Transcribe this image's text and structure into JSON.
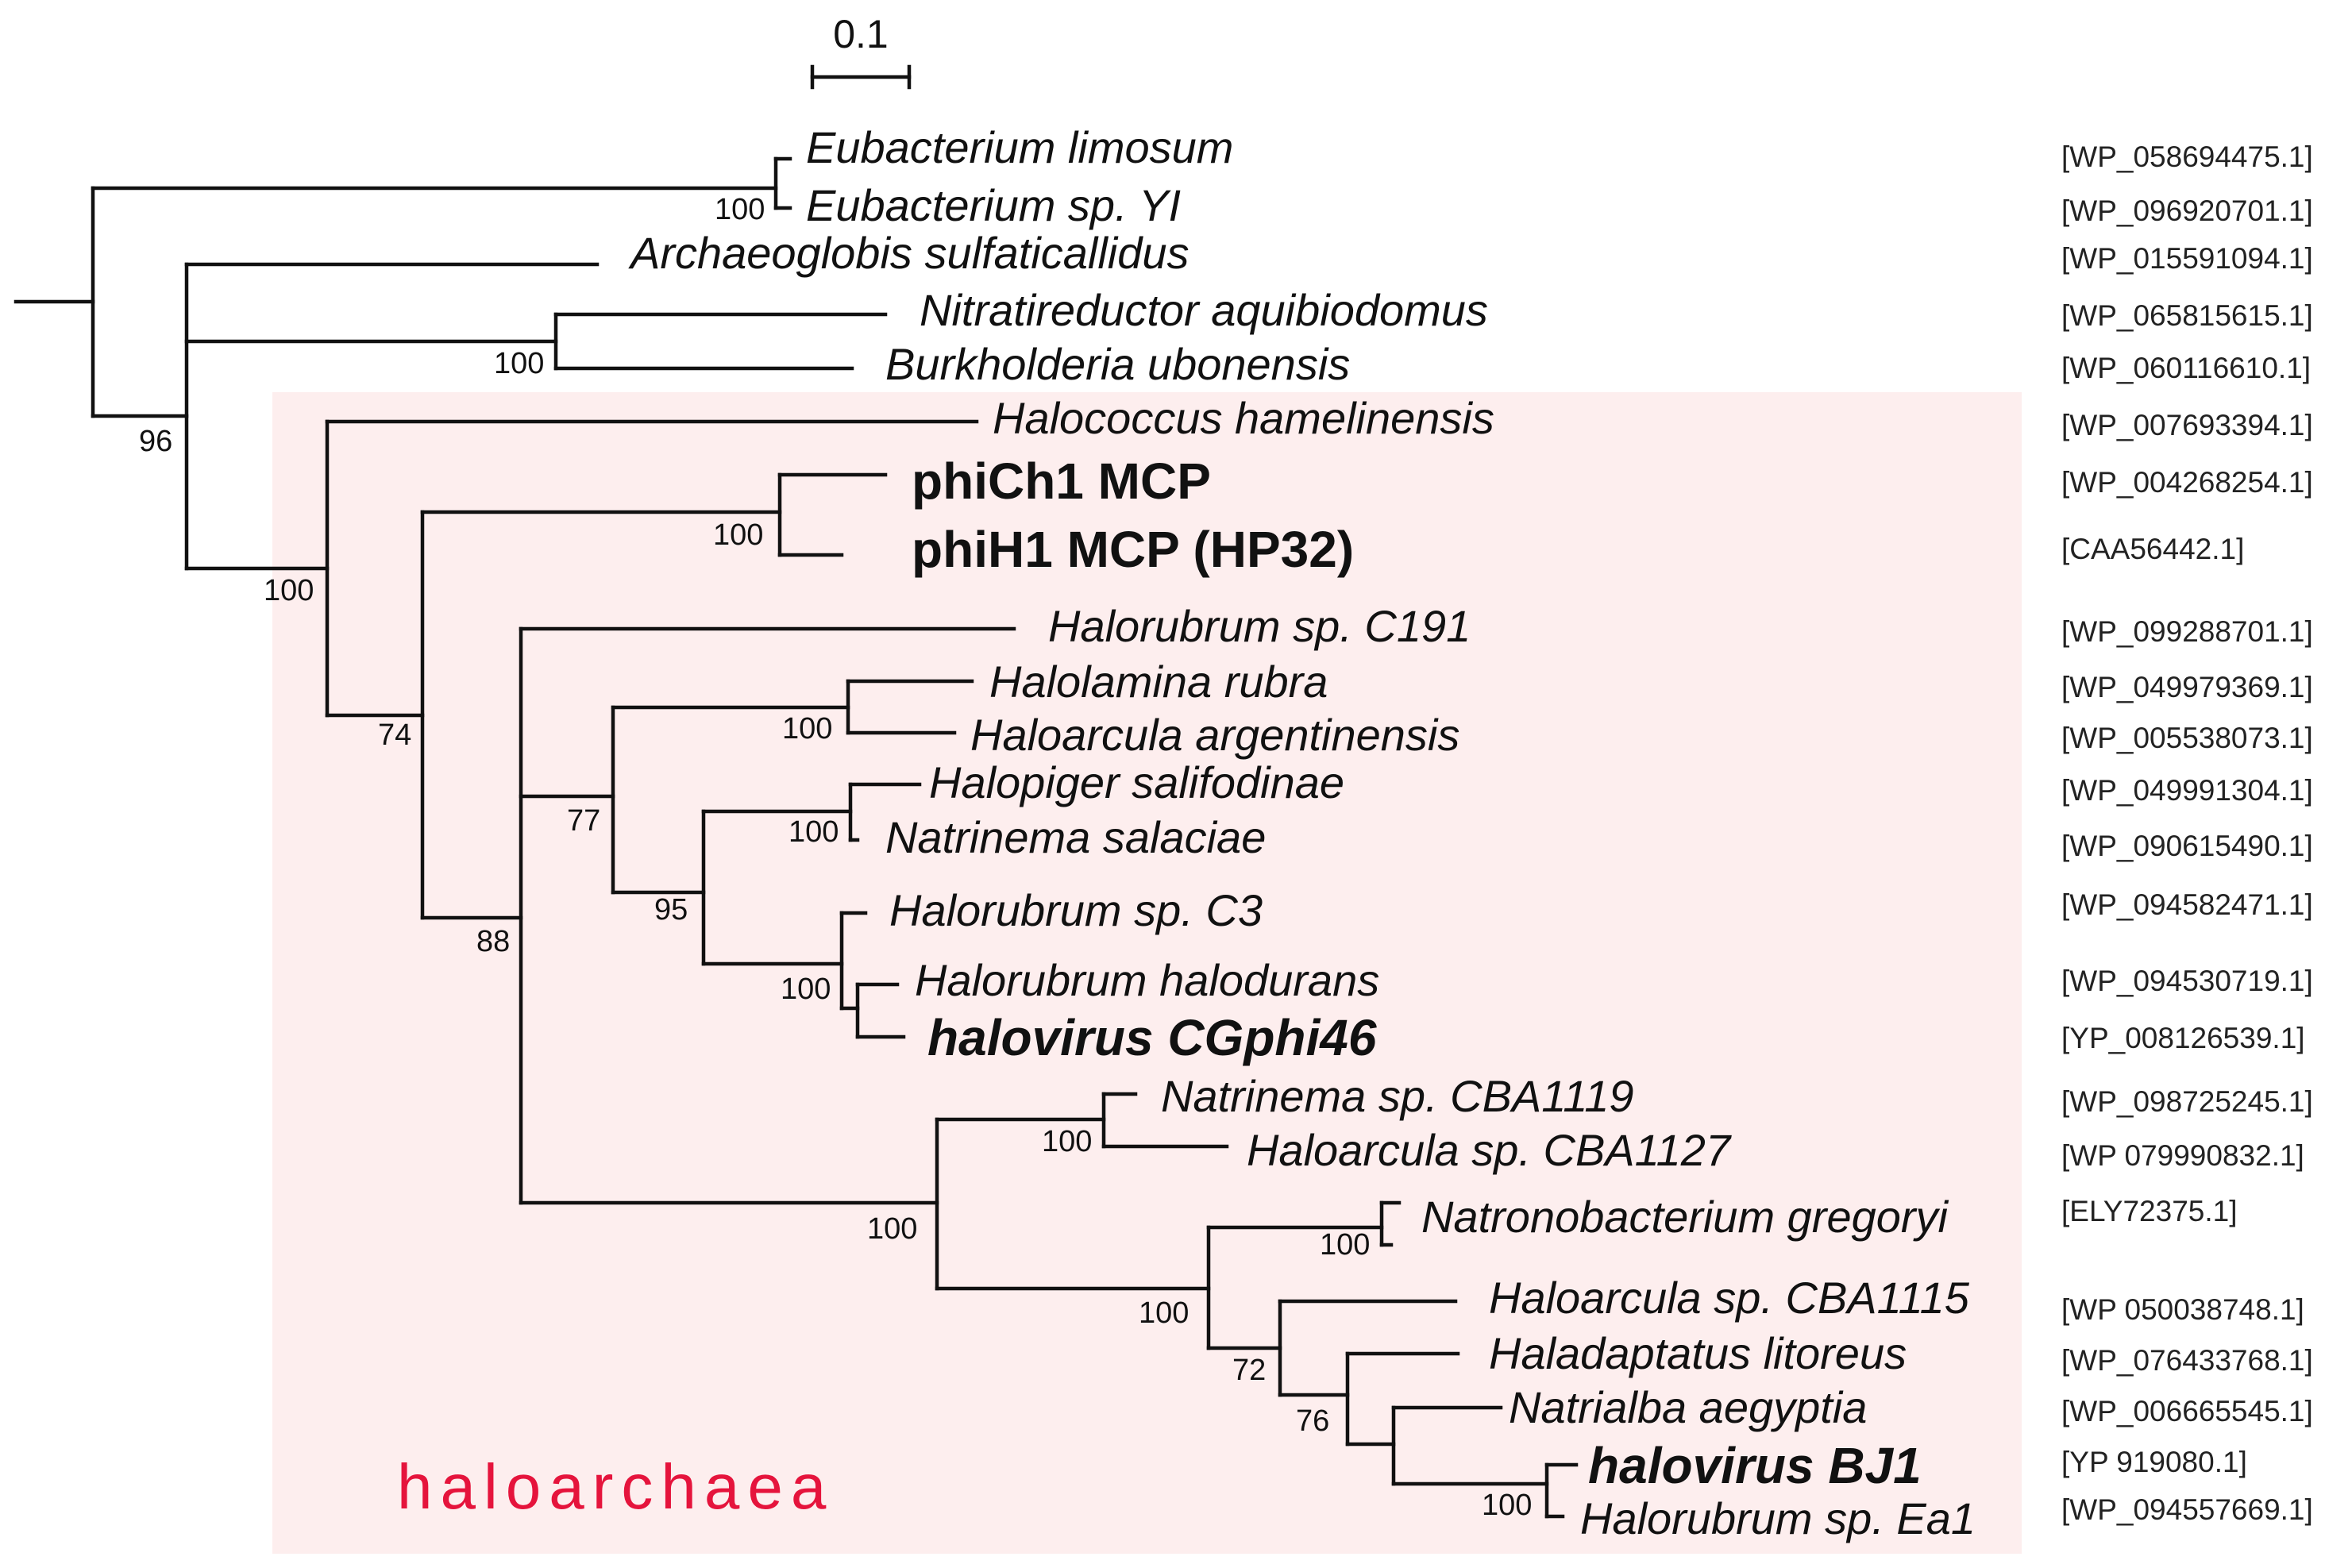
{
  "colors": {
    "clade_background": "#fdeeee",
    "clade_label": "#e5143c",
    "branch": "#111111"
  },
  "scale_bar": {
    "label": "0.1"
  },
  "clade": {
    "label": "haloarchaea"
  },
  "taxa": [
    {
      "id": "t1",
      "name": "Eubacterium limosum",
      "accession": "[WP_058694475.1]",
      "style": "italic"
    },
    {
      "id": "t2",
      "name": "Eubacterium sp. YI",
      "accession": "[WP_096920701.1]",
      "style": "italic"
    },
    {
      "id": "t3",
      "name": "Archaeoglobis sulfaticallidus",
      "accession": "[WP_015591094.1]",
      "style": "italic"
    },
    {
      "id": "t4",
      "name": "Nitratireductor aquibiodomus",
      "accession": "[WP_065815615.1]",
      "style": "italic"
    },
    {
      "id": "t5",
      "name": "Burkholderia ubonensis",
      "accession": "[WP_060116610.1]",
      "style": "italic"
    },
    {
      "id": "t6",
      "name": "Halococcus hamelinensis",
      "accession": "[WP_007693394.1]",
      "style": "italic"
    },
    {
      "id": "t7",
      "name": "phiCh1 MCP",
      "accession": "[WP_004268254.1]",
      "style": "bold"
    },
    {
      "id": "t8",
      "name": "phiH1 MCP (HP32)",
      "accession": "[CAA56442.1]",
      "style": "bold"
    },
    {
      "id": "t9",
      "name": "Halorubrum sp. C191",
      "accession": "[WP_099288701.1]",
      "style": "italic"
    },
    {
      "id": "t10",
      "name": "Halolamina rubra",
      "accession": "[WP_049979369.1]",
      "style": "italic"
    },
    {
      "id": "t11",
      "name": "Haloarcula argentinensis",
      "accession": "[WP_005538073.1]",
      "style": "italic"
    },
    {
      "id": "t12",
      "name": "Halopiger salifodinae",
      "accession": "[WP_049991304.1]",
      "style": "italic"
    },
    {
      "id": "t13",
      "name": "Natrinema salaciae",
      "accession": "[WP_090615490.1]",
      "style": "italic"
    },
    {
      "id": "t14",
      "name": "Halorubrum sp. C3",
      "accession": "[WP_094582471.1]",
      "style": "italic"
    },
    {
      "id": "t15",
      "name": "Halorubrum halodurans",
      "accession": "[WP_094530719.1]",
      "style": "italic"
    },
    {
      "id": "t16",
      "name": "halovirus CGphi46",
      "accession": "[YP_008126539.1]",
      "style": "bolditalic"
    },
    {
      "id": "t17",
      "name": "Natrinema sp. CBA1119",
      "accession": "[WP_098725245.1]",
      "style": "italic"
    },
    {
      "id": "t18",
      "name": "Haloarcula sp. CBA1127",
      "accession": "[WP 079990832.1]",
      "style": "italic"
    },
    {
      "id": "t19",
      "name": "Natronobacterium gregoryi",
      "accession": "[ELY72375.1]",
      "style": "italic"
    },
    {
      "id": "t20",
      "name": "Haloarcula sp. CBA1115",
      "accession": "[WP 050038748.1]",
      "style": "italic"
    },
    {
      "id": "t21",
      "name": "Haladaptatus litoreus",
      "accession": "[WP_076433768.1]",
      "style": "italic"
    },
    {
      "id": "t22",
      "name": "Natrialba aegyptia",
      "accession": "[WP_006665545.1]",
      "style": "italic"
    },
    {
      "id": "t23",
      "name": "halovirus BJ1",
      "accession": "[YP 919080.1]",
      "style": "bolditalic"
    },
    {
      "id": "t24",
      "name": "Halorubrum sp. Ea1",
      "accession": "[WP_094557669.1]",
      "style": "italic"
    }
  ],
  "bootstrap": [
    {
      "id": "b1",
      "value": "100"
    },
    {
      "id": "b2",
      "value": "96"
    },
    {
      "id": "b3",
      "value": "100"
    },
    {
      "id": "b4",
      "value": "100"
    },
    {
      "id": "b5",
      "value": "100"
    },
    {
      "id": "b6",
      "value": "74"
    },
    {
      "id": "b7",
      "value": "100"
    },
    {
      "id": "b8",
      "value": "77"
    },
    {
      "id": "b9",
      "value": "100"
    },
    {
      "id": "b10",
      "value": "95"
    },
    {
      "id": "b11",
      "value": "100"
    },
    {
      "id": "b12",
      "value": "88"
    },
    {
      "id": "b13",
      "value": "100"
    },
    {
      "id": "b14",
      "value": "100"
    },
    {
      "id": "b15",
      "value": "100"
    },
    {
      "id": "b16",
      "value": "100"
    },
    {
      "id": "b17",
      "value": "72"
    },
    {
      "id": "b18",
      "value": "76"
    },
    {
      "id": "b19",
      "value": "100"
    }
  ]
}
